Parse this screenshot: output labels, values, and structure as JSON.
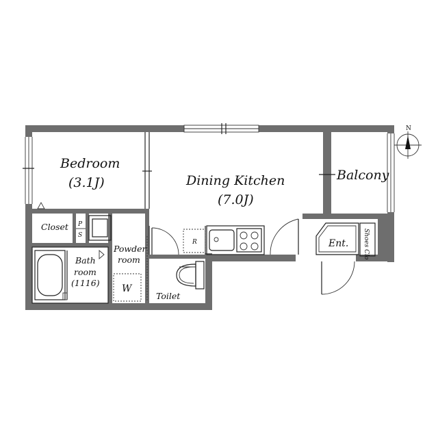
{
  "rooms": {
    "bedroom": {
      "name": "Bedroom",
      "size": "(3.1J)"
    },
    "dining_kitchen": {
      "name": "Dining Kitchen",
      "size": "(7.0J)"
    },
    "balcony": {
      "name": "Balcony"
    },
    "closet": {
      "name": "Closet"
    },
    "ps": {
      "line1": "P",
      "line2": "S"
    },
    "powder_room": {
      "line1": "Powder",
      "line2": "room"
    },
    "bath_room": {
      "line1": "Bath",
      "line2": "room",
      "line3": "(1116)"
    },
    "washer": {
      "label": "W"
    },
    "toilet": {
      "name": "Toilet"
    },
    "entrance": {
      "name": "Ent."
    },
    "shoes_closet": {
      "name": "Shoes Clo"
    },
    "refrigerator": {
      "label": "R"
    }
  },
  "compass": {
    "label": "N"
  },
  "colors": {
    "wall": "#6e6e6e",
    "line": "#222222",
    "background": "#ffffff"
  }
}
